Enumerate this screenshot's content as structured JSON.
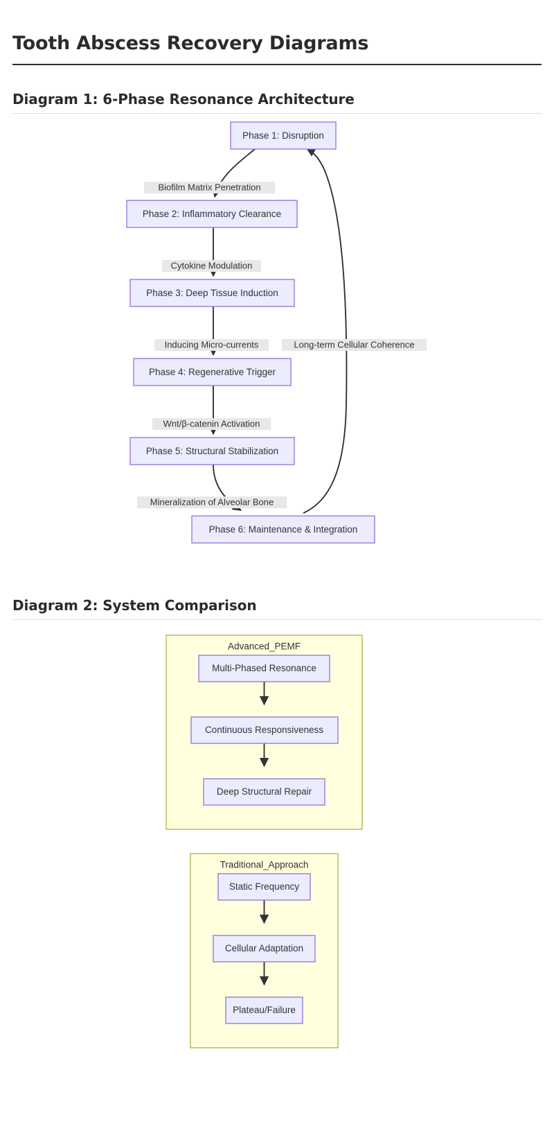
{
  "document": {
    "title": "Tooth Abscess Recovery Diagrams"
  },
  "sections": [
    {
      "heading": "Diagram 1: 6-Phase Resonance Architecture"
    },
    {
      "heading": "Diagram 2: System Comparison"
    }
  ],
  "colors": {
    "node_fill": "#ECECFF",
    "node_stroke": "#9370DB",
    "cluster_fill": "#ffffde",
    "cluster_stroke": "#aaaa33",
    "edge_stroke": "#333333",
    "edge_label_bg": "#e8e8e8",
    "text": "#333333",
    "heading": "#2b2b2b"
  },
  "diagram1": {
    "type": "flowchart",
    "direction": "top-down",
    "nodes": [
      {
        "id": "p1",
        "label": "Phase 1: Disruption"
      },
      {
        "id": "p2",
        "label": "Phase 2: Inflammatory Clearance"
      },
      {
        "id": "p3",
        "label": "Phase 3: Deep Tissue Induction"
      },
      {
        "id": "p4",
        "label": "Phase 4: Regenerative Trigger"
      },
      {
        "id": "p5",
        "label": "Phase 5: Structural Stabilization"
      },
      {
        "id": "p6",
        "label": "Phase 6: Maintenance & Integration"
      }
    ],
    "edges": [
      {
        "from": "p1",
        "to": "p2",
        "label": "Biofilm Matrix Penetration"
      },
      {
        "from": "p2",
        "to": "p3",
        "label": "Cytokine Modulation"
      },
      {
        "from": "p3",
        "to": "p4",
        "label": "Inducing Micro-currents"
      },
      {
        "from": "p4",
        "to": "p5",
        "label": "Wnt/β-catenin Activation"
      },
      {
        "from": "p5",
        "to": "p6",
        "label": "Mineralization of Alveolar Bone"
      },
      {
        "from": "p6",
        "to": "p1",
        "label": "Long-term Cellular Coherence"
      }
    ]
  },
  "diagram2": {
    "type": "flowchart",
    "direction": "top-down",
    "clusters": [
      {
        "id": "c1",
        "title": "Advanced_PEMF",
        "nodes": [
          {
            "id": "a1",
            "label": "Multi-Phased Resonance"
          },
          {
            "id": "a2",
            "label": "Continuous Responsiveness"
          },
          {
            "id": "a3",
            "label": "Deep Structural Repair"
          }
        ],
        "edges": [
          {
            "from": "a1",
            "to": "a2",
            "label": ""
          },
          {
            "from": "a2",
            "to": "a3",
            "label": ""
          }
        ]
      },
      {
        "id": "c2",
        "title": "Traditional_Approach",
        "nodes": [
          {
            "id": "t1",
            "label": "Static Frequency"
          },
          {
            "id": "t2",
            "label": "Cellular Adaptation"
          },
          {
            "id": "t3",
            "label": "Plateau/Failure"
          }
        ],
        "edges": [
          {
            "from": "t1",
            "to": "t2",
            "label": ""
          },
          {
            "from": "t2",
            "to": "t3",
            "label": ""
          }
        ]
      }
    ]
  }
}
